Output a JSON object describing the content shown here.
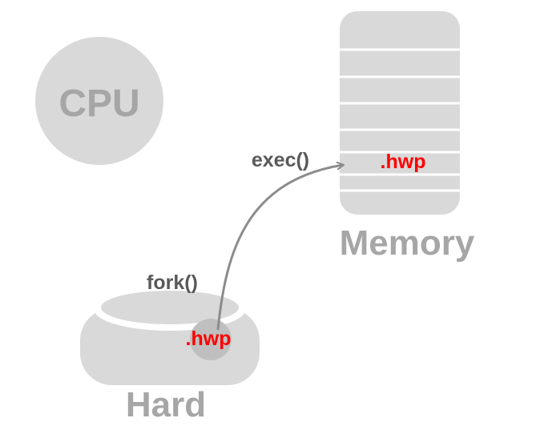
{
  "cpu": {
    "label": "CPU"
  },
  "memory": {
    "label": "Memory",
    "file_label": ".hwp"
  },
  "hard": {
    "label": "Hard",
    "file_label": ".hwp"
  },
  "arrows": {
    "fork_label": "fork()",
    "exec_label": "exec()"
  },
  "colors": {
    "shape_fill": "#d9d9d9",
    "label_gray": "#a6a6a6",
    "dark_label": "#595959",
    "accent_red": "#ff0000",
    "arrow": "#8c8c8c"
  }
}
